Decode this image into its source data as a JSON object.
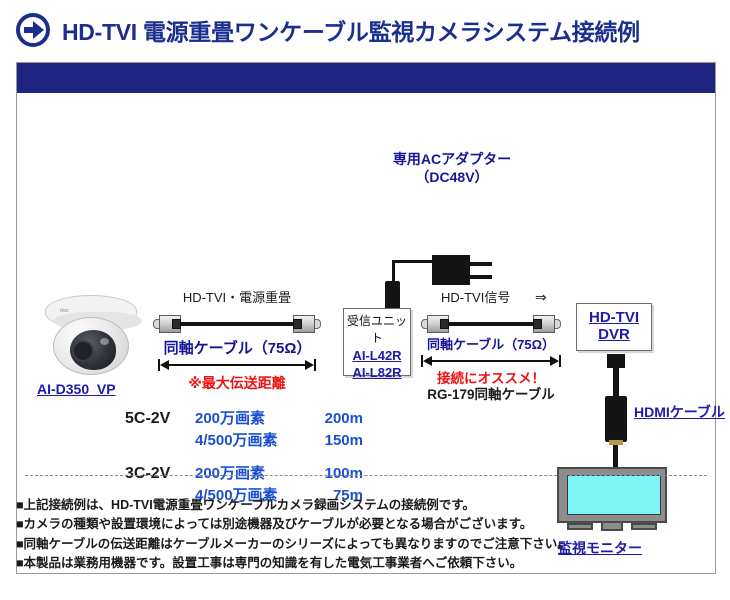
{
  "header": {
    "icon": "circle-arrow-right-icon",
    "title": "HD-TVI 電源重畳ワンケーブル監視カメラシステム接続例",
    "title_color": "#1b2f8f"
  },
  "panel": {
    "bar_color": "#1f2580"
  },
  "camera": {
    "model": "AI-D350_VP",
    "icon": "dome-camera-icon"
  },
  "left_cable": {
    "signal_label": "HD-TVI・電源重畳",
    "cable_label": "同軸ケーブル（75Ω）",
    "max_distance_note": "※最大伝送距離",
    "connector": "bnc-connector-icon"
  },
  "ac_adapter": {
    "label_line1": "専用ACアダプター",
    "label_line2": "（DC48V）",
    "icon": "ac-adapter-icon"
  },
  "receiver": {
    "title": "受信ユニット",
    "models": [
      "AI-L42R",
      "AI-L82R"
    ]
  },
  "right_cable": {
    "signal_label": "HD-TVI信号",
    "arrow": "⇒",
    "cable_label": "同軸ケーブル（75Ω）",
    "recommend_line1": "接続にオススメ！",
    "recommend_line2": "RG-179同軸ケーブル"
  },
  "dvr": {
    "line1": "HD-TVI",
    "line2": "DVR"
  },
  "hdmi": {
    "label": "HDMIケーブル",
    "icon": "hdmi-cable-icon"
  },
  "monitor": {
    "label": "監視モニター",
    "icon": "monitor-icon",
    "screen_color": "#7df4f4"
  },
  "spec_table": {
    "rows": [
      {
        "cable": "5C-2V",
        "lines": [
          {
            "pixels": "200万画素",
            "distance": "200m"
          },
          {
            "pixels": "4/500万画素",
            "distance": "150m"
          }
        ]
      },
      {
        "cable": "3C-2V",
        "lines": [
          {
            "pixels": "200万画素",
            "distance": "100m"
          },
          {
            "pixels": "4/500万画素",
            "distance": "75m"
          }
        ]
      }
    ]
  },
  "notes": [
    "■上記接続例は、HD-TVI電源重畳ワンケーブルカメラ録画システムの接続例です。",
    "■カメラの種類や設置環境によっては別途機器及びケーブルが必要となる場合がございます。",
    "■同軸ケーブルの伝送距離はケーブルメーカーのシリーズによっても異なりますのでご注意下さい。",
    "■本製品は業務用機器です。設置工事は専門の知識を有した電気工事業者へご依頼下さい。"
  ]
}
